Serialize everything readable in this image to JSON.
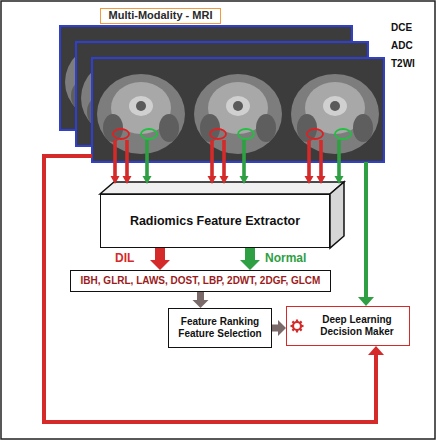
{
  "diagram": {
    "nodes": [
      {
        "text": [
          "Multi-Modality - MRI"
        ]
      },
      {
        "text": [
          "Radiomics Feature Extractor"
        ]
      },
      {
        "text": [
          "IBH, GLRL, LAWS, DOST, LBP, 2DWT, 2DGF, GLCM"
        ]
      },
      {
        "text": [
          "Feature Ranking Feature Selection"
        ]
      },
      {
        "text": [
          "Deep Learning Decision Maker"
        ]
      }
    ],
    "edges": [
      {
        "from": 1,
        "to": 2,
        "label": "DIL",
        "arrow": "to"
      },
      {
        "from": 1,
        "to": 2,
        "label": "Normal",
        "arrow": "to"
      },
      {
        "from": 2,
        "to": 3,
        "arrow": "to"
      },
      {
        "from": 3,
        "to": 4,
        "arrow": "to"
      }
    ],
    "labels": [
      "DCE",
      "ADC",
      "T2WI"
    ]
  }
}
